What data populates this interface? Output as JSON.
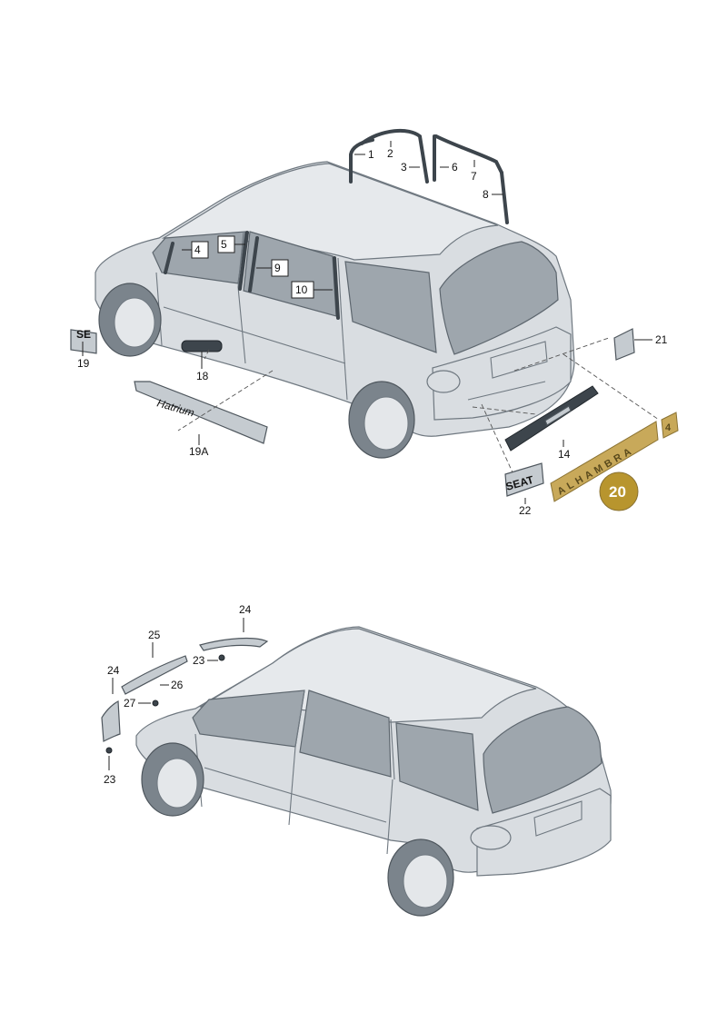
{
  "labels": {
    "p1": "1",
    "p2": "2",
    "p3": "3",
    "p4": "4",
    "p5": "5",
    "p6": "6",
    "p7": "7",
    "p8": "8",
    "p9": "9",
    "p10": "10",
    "p14": "14",
    "p18": "18",
    "p19": "19",
    "p19a": "19A",
    "p20": "20",
    "p21": "21",
    "p22": "22",
    "p23a": "23",
    "p23b": "23",
    "p24a": "24",
    "p24b": "24",
    "p25": "25",
    "p26": "26",
    "p27": "27"
  },
  "badges": {
    "hatrium_script": "Hatrium",
    "seat_badge": "SEAT",
    "model_badge": "ALHAMBRA",
    "model_suffix": "4",
    "side_badge": "SE"
  },
  "colors": {
    "highlight": "#c8a95a"
  }
}
